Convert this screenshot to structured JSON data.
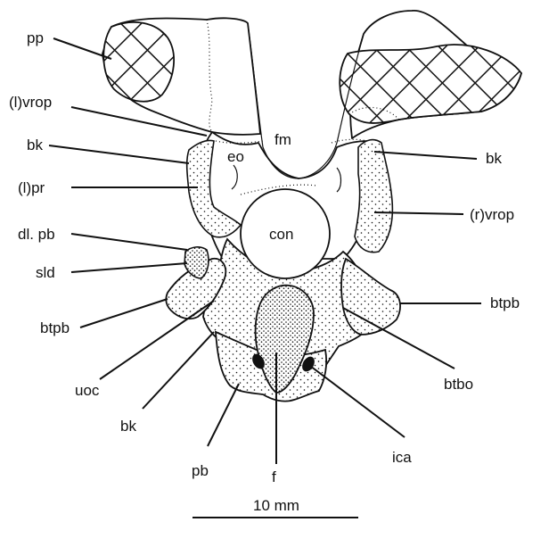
{
  "labels": {
    "pp": "pp",
    "l_vrop": "(l)vrop",
    "bk_left_upper": "bk",
    "l_pr": "(l)pr",
    "dl_pb": "dl. pb",
    "sld": "sld",
    "btpb_left": "btpb",
    "uoc": "uoc",
    "bk_lower": "bk",
    "pb": "pb",
    "f": "f",
    "ica": "ica",
    "btbo": "btbo",
    "btpb_right": "btpb",
    "r_vrop": "(r)vrop",
    "bk_right": "bk",
    "fm": "fm",
    "eo": "eo",
    "con": "con"
  },
  "scale_bar": {
    "label": "10 mm"
  },
  "colors": {
    "ink": "#111111",
    "paper": "#ffffff"
  }
}
